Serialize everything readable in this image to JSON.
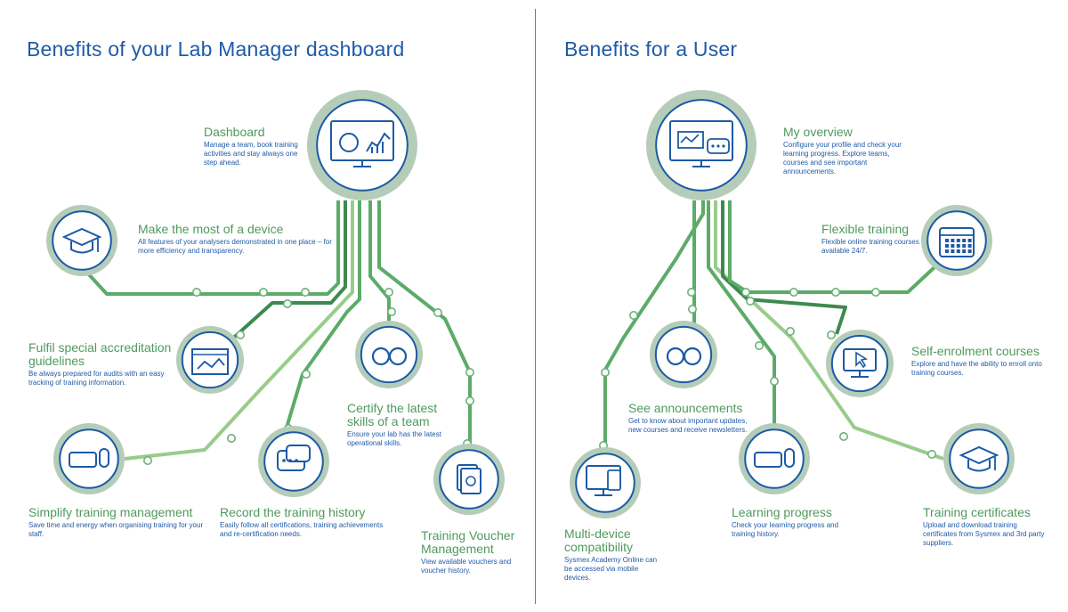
{
  "left": {
    "title": "Benefits of your Lab Manager dashboard",
    "items": [
      {
        "key": "dashboard",
        "heading": "Dashboard",
        "desc": "Manage a team, book training activities and stay always one step ahead.",
        "icon": "dashboard-monitor-chart-icon"
      },
      {
        "key": "device",
        "heading": "Make the most of a device",
        "desc": "All features of your analysers demonstrated in one place – for more efficiency and transparency.",
        "icon": "graduation-cap-icon"
      },
      {
        "key": "accreditation",
        "heading": "Fulfil special accreditation guidelines",
        "desc": "Be always prepared for audits with an easy tracking of training information.",
        "icon": "browser-graph-icon"
      },
      {
        "key": "certify",
        "heading": "Certify the latest skills of a team",
        "desc": "Ensure your lab has the latest operational skills.",
        "icon": "binoculars-icon"
      },
      {
        "key": "simplify",
        "heading": "Simplify training management",
        "desc": "Save time and energy when organising training for your staff.",
        "icon": "book-mouse-icon"
      },
      {
        "key": "record",
        "heading": "Record the training history",
        "desc": "Easily follow all certifications, training achievements and re-certification needs.",
        "icon": "chat-bubbles-icon"
      },
      {
        "key": "voucher",
        "heading": "Training Voucher Management",
        "desc": "View available vouchers and voucher history.",
        "icon": "voucher-cards-icon"
      }
    ]
  },
  "right": {
    "title": "Benefits for a User",
    "items": [
      {
        "key": "overview",
        "heading": "My overview",
        "desc": "Configure your profile and check your learning progress. Explore teams, courses and see important announcements.",
        "icon": "overview-monitor-icon"
      },
      {
        "key": "flexible",
        "heading": "Flexible training",
        "desc": "Flexible online training courses available 24/7.",
        "icon": "calendar-icon"
      },
      {
        "key": "selfenrol",
        "heading": "Self-enrolment courses",
        "desc": "Explore and have the ability to enroll onto training courses.",
        "icon": "monitor-cursor-icon"
      },
      {
        "key": "announce",
        "heading": "See announcements",
        "desc": "Get to know about important updates, new courses and receive newsletters.",
        "icon": "binoculars-icon"
      },
      {
        "key": "multidevice",
        "heading": "Multi-device compatibility",
        "desc": "Sysmex Academy Online can be accessed via mobile devices.",
        "icon": "multi-device-icon"
      },
      {
        "key": "progress",
        "heading": "Learning progress",
        "desc": "Check your learning progress and training history.",
        "icon": "book-mouse-icon"
      },
      {
        "key": "certificates",
        "heading": "Training certificates",
        "desc": "Upload and download training certificates from Sysmex and 3rd party suppliers.",
        "icon": "graduation-cap-icon"
      }
    ]
  },
  "colors": {
    "title_blue": "#1f5ba8",
    "heading_green": "#4f9a5e",
    "ring_sage": "#b5cdb8",
    "icon_blue": "#1c5aa6",
    "line_dark": "#3e8a4e",
    "line_mid": "#5cab68",
    "line_light": "#98cc8a"
  }
}
